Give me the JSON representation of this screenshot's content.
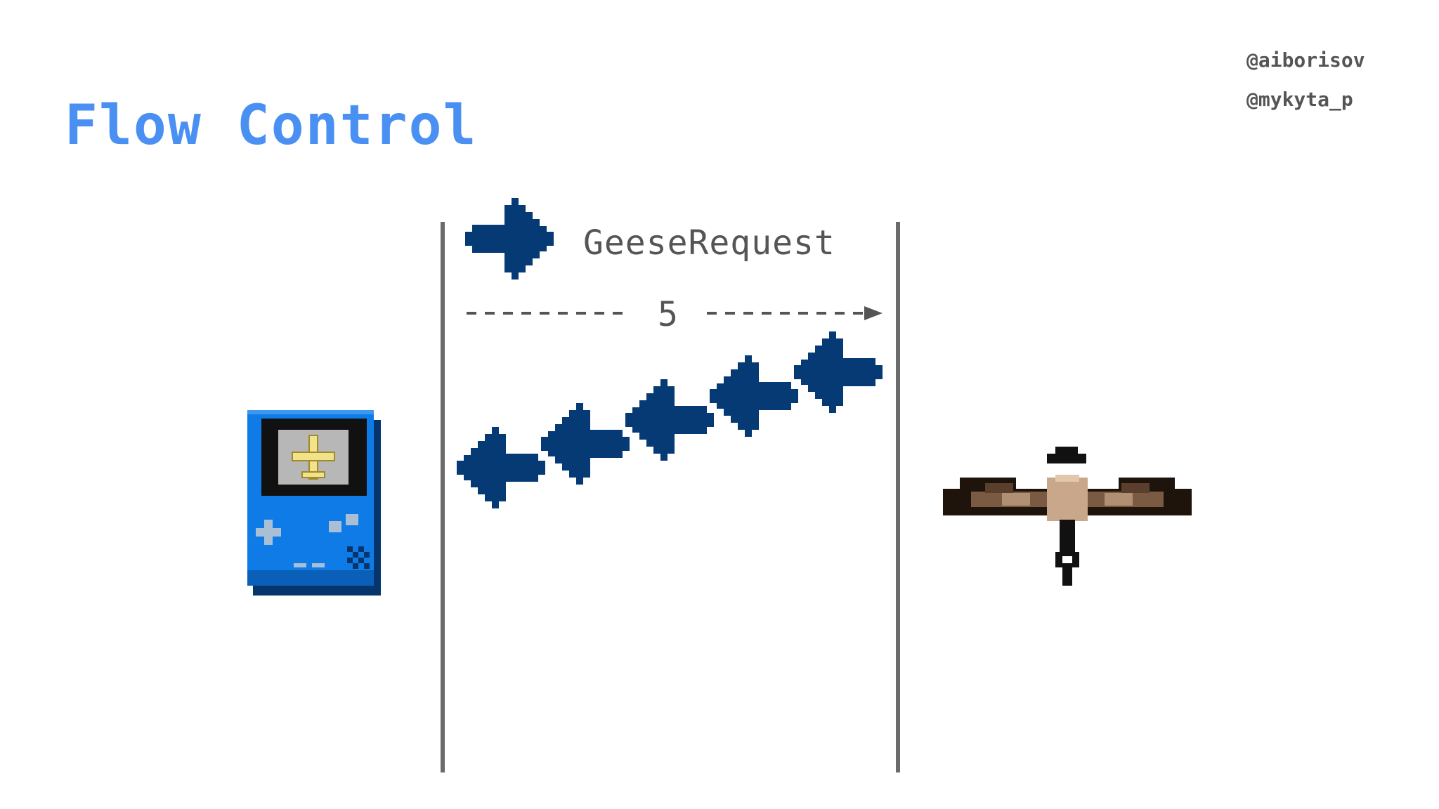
{
  "slide": {
    "title": "Flow Control",
    "handles": [
      "@aiborisov",
      "@mykyta_p"
    ]
  },
  "diagram": {
    "request_label": "GeeseRequest",
    "window_count": "5",
    "request_arrow_direction": "right",
    "response_arrows": 5,
    "response_arrow_direction": "left",
    "client_icon": "handheld-game-console-icon",
    "server_icon": "goose-icon",
    "arrow_color": "#063a74",
    "title_color": "#4a90f2",
    "console_color": "#0f7be6"
  }
}
